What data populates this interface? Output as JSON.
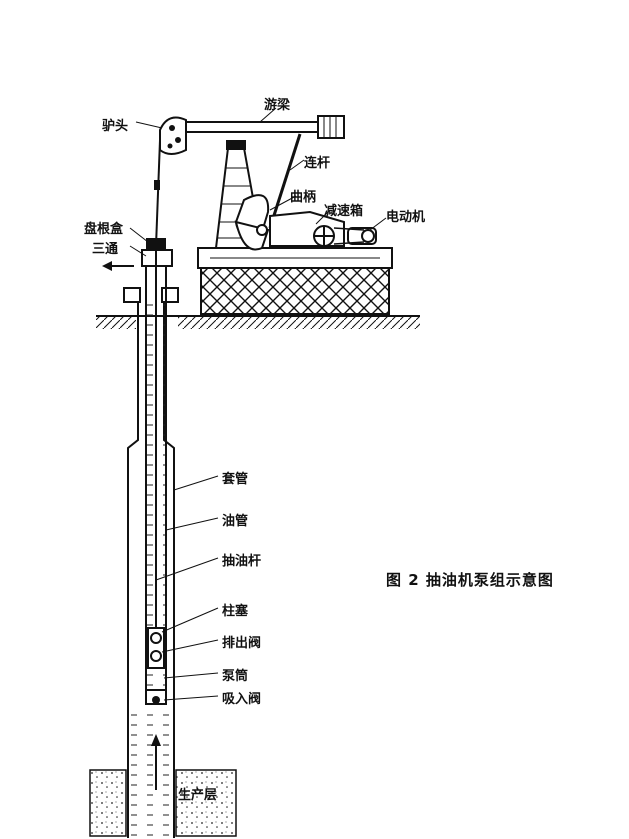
{
  "labels": {
    "donkey_head": "驴头",
    "walking_beam": "游梁",
    "connecting_rod": "连杆",
    "crank": "曲柄",
    "gearbox": "减速箱",
    "motor": "电动机",
    "stuffing_box": "盘根盒",
    "tee": "三通",
    "casing": "套管",
    "tubing": "油管",
    "sucker_rod": "抽油杆",
    "plunger": "柱塞",
    "discharge_valve": "排出阀",
    "pump_barrel": "泵筒",
    "suction_valve": "吸入阀",
    "production_layer": "生产层"
  },
  "caption": "图 2   抽油机泵组示意图"
}
